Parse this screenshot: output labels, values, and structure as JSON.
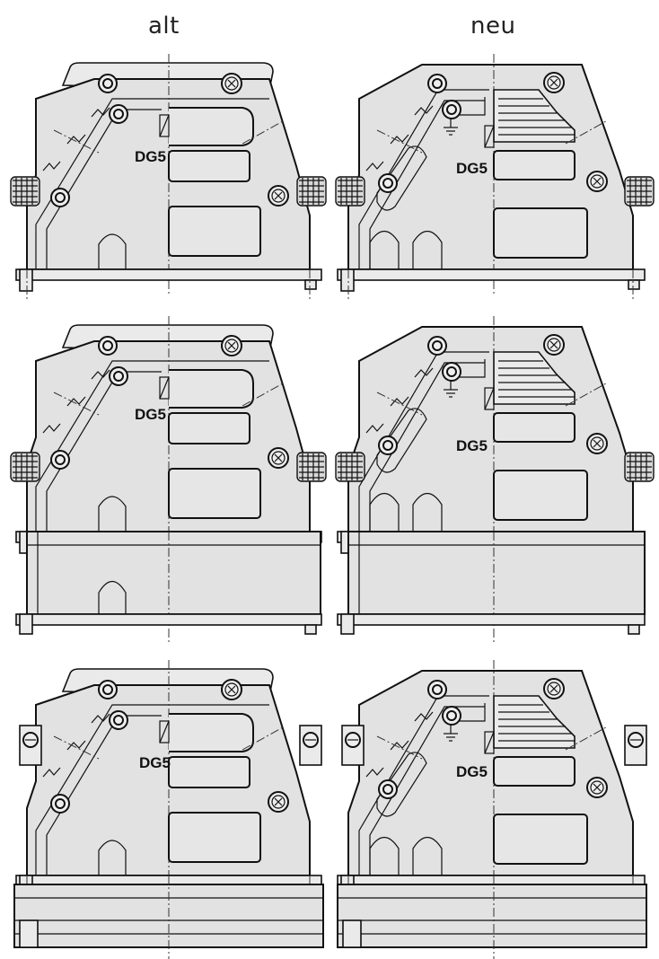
{
  "columns": {
    "left": "alt",
    "right": "neu"
  },
  "marking": "DG5",
  "rows": [
    {
      "variant": "short hood, knurled screws"
    },
    {
      "variant": "tall hood, knurled screws"
    },
    {
      "variant": "hood with slotted latch screws"
    }
  ]
}
